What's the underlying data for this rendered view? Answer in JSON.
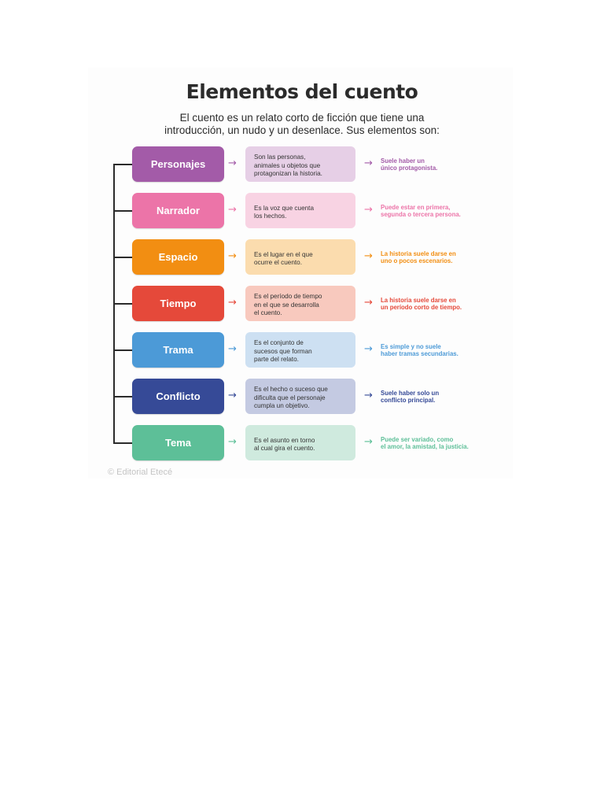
{
  "title": "Elementos del cuento",
  "intro": {
    "line1": "El cuento es un relato corto de ficción que tiene una",
    "line2": "introducción, un nudo y un desenlace. Sus elementos son:"
  },
  "arrow_glyph": "→",
  "elements": [
    {
      "label": "Personajes",
      "description": "Son las personas,\nanimales u objetos que\nprotagonizan la historia.",
      "note": "Suele haber un\núnico protagonista.",
      "color": "#a35ba8",
      "light": "#e6cfe6"
    },
    {
      "label": "Narrador",
      "description": "Es la voz que cuenta\nlos hechos.",
      "note": "Puede estar en primera,\nsegunda o tercera persona.",
      "color": "#ec74a8",
      "light": "#f8d3e3"
    },
    {
      "label": "Espacio",
      "description": "Es el lugar en el que\nocurre el cuento.",
      "note": "La historia suele darse en\nuno o pocos escenarios.",
      "color": "#f28e12",
      "light": "#fbdcae"
    },
    {
      "label": "Tiempo",
      "description": "Es el período de tiempo\nen el que se desarrolla\nel cuento.",
      "note": "La historia suele darse en\nun período corto de tiempo.",
      "color": "#e5493a",
      "light": "#f8c9be"
    },
    {
      "label": "Trama",
      "description": "Es el conjunto de\nsucesos que forman\nparte del relato.",
      "note": "Es simple y no suele\nhaber tramas secundarias.",
      "color": "#4c9ad7",
      "light": "#cde0f2"
    },
    {
      "label": "Conflicto",
      "description": "Es el hecho o suceso que\ndificulta que el personaje\ncumpla un objetivo.",
      "note": "Suele haber solo un\nconflicto principal.",
      "color": "#364a97",
      "light": "#c4cae2"
    },
    {
      "label": "Tema",
      "description": "Es el asunto en torno\nal cual gira el cuento.",
      "note": "Puede ser variado, como\nel amor, la amistad, la justicia.",
      "color": "#5dbf98",
      "light": "#cfeade"
    }
  ],
  "credit": "© Editorial Etecé"
}
